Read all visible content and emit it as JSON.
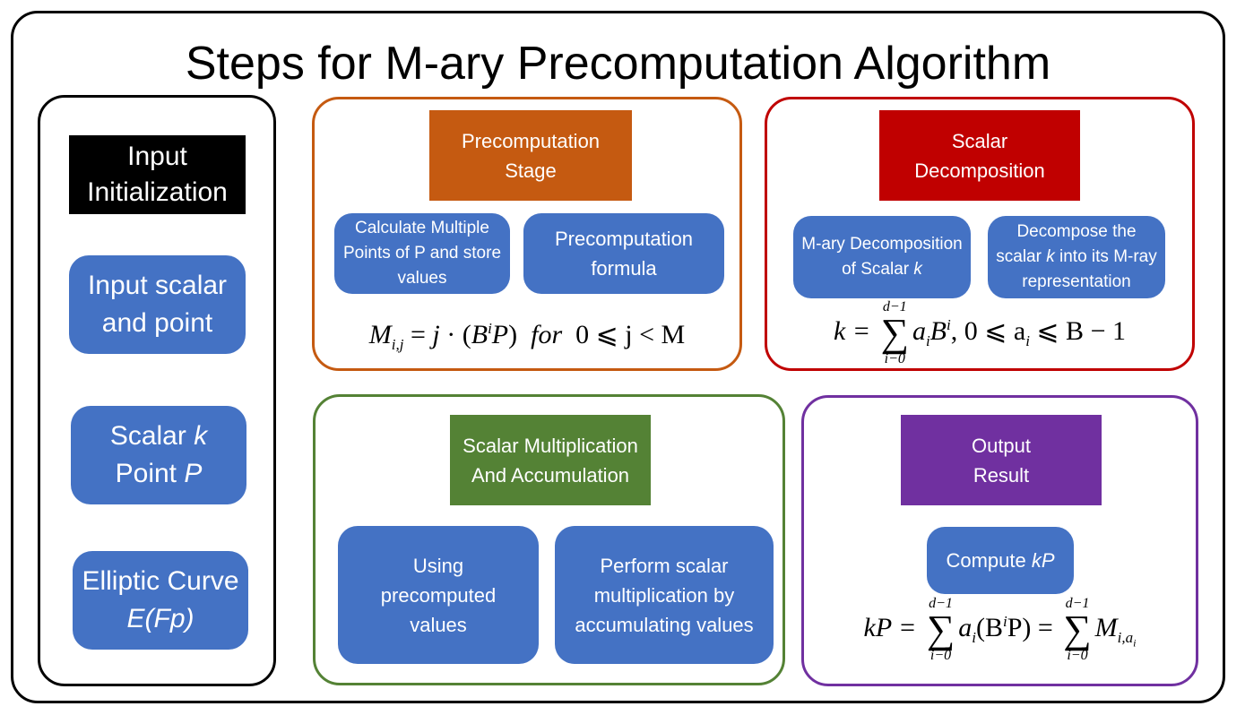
{
  "title": "Steps for M-ary Precomputation Algorithm",
  "input_panel": {
    "header": "Input Initialization",
    "items": [
      {
        "text": "Input scalar and point"
      },
      {
        "pre": "Scalar ",
        "var1": "k",
        "mid": "Point ",
        "var2": "P"
      },
      {
        "pre": "Elliptic Curve ",
        "var1": "E(Fp)"
      }
    ]
  },
  "precomputation": {
    "header": "Precomputation Stage",
    "pill1": "Calculate Multiple Points of P and store values",
    "pill2": "Precomputation formula",
    "formula": {
      "lhs": "M",
      "sub": "i,j",
      "rhs_j": "j",
      "dot": " · (",
      "B": "B",
      "sup": "i",
      "P": "P",
      "close": ")",
      "for": "for",
      "cond": "0 ⩽ j < M"
    }
  },
  "decomposition": {
    "header": "Scalar Decomposition",
    "pill1_pre": "M-ary Decomposition of Scalar ",
    "pill1_var": "k",
    "pill2_pre": "Decompose the scalar ",
    "pill2_var": "k",
    "pill2_post": " into its M-ray representation",
    "formula": {
      "lhs": "k =",
      "upper": "d−1",
      "lower": "i−0",
      "term": "a",
      "term_sub": "i",
      "B": "B",
      "sup": "i",
      "cond": ", 0 ⩽ a",
      "cond_sub": "i",
      "cond_end": " ⩽ B − 1"
    }
  },
  "multiplication": {
    "header": "Scalar Multiplication And Accumulation",
    "pill1": "Using precomputed values",
    "pill2": "Perform scalar multiplication by accumulating values"
  },
  "output": {
    "header": "Output Result",
    "pill_pre": "Compute ",
    "pill_var": "kP",
    "formula": {
      "lhs": "kP =",
      "upper": "d−1",
      "lower": "i−0",
      "term1": "a",
      "term1_sub": "i",
      "paren": "(B",
      "sup": "i",
      "paren_end": "P) =",
      "upper2": "d−1",
      "lower2": "i−0",
      "term2": "M",
      "term2_sub": "i,a",
      "term2_subsub": "i"
    }
  },
  "colors": {
    "input": "#000000",
    "precomputation": "#c55a11",
    "decomposition": "#c00000",
    "multiplication": "#548235",
    "output": "#7030a0",
    "pill": "#4472c4"
  }
}
